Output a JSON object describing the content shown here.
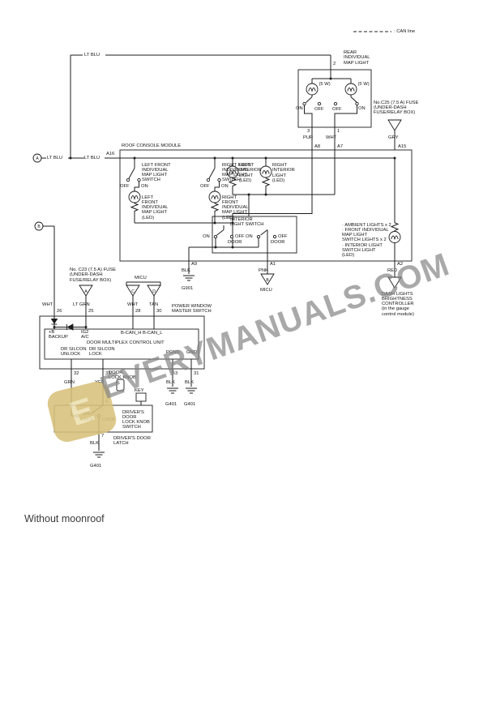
{
  "legend": {
    "can_line": ": CAN line"
  },
  "connectors": {
    "a": "A",
    "b": "B"
  },
  "colors": {
    "line": "#1c1c1c",
    "watermark": "#858585",
    "logo": "#d8c17b"
  },
  "top": {
    "lt_blu_a": "LT BLU",
    "lt_blu_b": "LT BLU",
    "lt_blu_c": "LT BLU",
    "a16": "A16",
    "pin_2": "2",
    "rear_map_light": {
      "title": [
        "REAR",
        "INDIVIDUAL",
        "MAP LIGHT"
      ],
      "watt_left": "(5 W)",
      "watt_right": "(5 W)",
      "on_left": "ON",
      "off_left": "OFF",
      "off_right": "OFF",
      "on_right": "ON",
      "pin_3": "3",
      "pin_1": "1",
      "pur": "PUR",
      "wht": "WHT",
      "a8": "A8",
      "a7": "A7"
    },
    "fuse_c25": {
      "lines": [
        "No.C25 (7.5 A) FUSE",
        "(UNDER-DASH",
        "FUSE/RELAY BOX)"
      ],
      "gry": "GRY",
      "a15": "A15"
    }
  },
  "module": {
    "title": "ROOF CONSOLE MODULE",
    "lf_switch": {
      "lines": [
        "LEFT FRONT",
        "INDIVIDUAL",
        "MAP LIGHT",
        "SWITCH"
      ],
      "off": "OFF",
      "on": "ON"
    },
    "lf_light": {
      "lines": [
        "LEFT",
        "FRONT",
        "INDIVIDUAL",
        "MAP LIGHT",
        "(LED)"
      ]
    },
    "rf_switch": {
      "lines": [
        "RIGHT FRONT",
        "INDIVIDUAL",
        "MAP LIGHT",
        "SWITCH"
      ],
      "off": "OFF",
      "on": "ON"
    },
    "rf_light": {
      "lines": [
        "RIGHT",
        "FRONT",
        "INDIVIDUAL",
        "MAP LIGHT",
        "(LED)"
      ]
    },
    "li_light": {
      "lines": [
        "LEFT",
        "INTERIOR",
        "LIGHT",
        "(LED)"
      ]
    },
    "ri_light": {
      "lines": [
        "RIGHT",
        "INTERIOR",
        "LIGHT",
        "(LED)"
      ]
    },
    "int_switch": {
      "title": [
        "INTERIOR",
        "LIGHT SWITCH"
      ],
      "on_left": "ON",
      "off_left": "OFF",
      "door_left": "DOOR",
      "on_right": "ON",
      "off_right": "OFF",
      "door_right": "DOOR"
    },
    "ambient": {
      "lines": [
        "· AMBIENT LIGHTS x 2",
        "· FRONT INDIVIDUAL",
        "MAP LIGHT",
        "SWITCH LIGHTS x 2",
        "· INTERIOR LIGHT",
        "SWITCH LIGHT",
        "(LED)"
      ]
    },
    "a9": "A9",
    "a1": "A1",
    "a2": "A2"
  },
  "below": {
    "blk": "BLK",
    "g901": "G901",
    "pnk": "PNK",
    "micu_b": "B",
    "micu": "MICU",
    "red": "RED",
    "dash_ctrl": {
      "lines": [
        "DASH LIGHTS",
        "BRIGHTNESS",
        "CONTROLLER",
        "(in the gauge",
        "control module)"
      ]
    }
  },
  "bottom": {
    "wht_b": "WHT",
    "fuse_c23": {
      "lines": [
        "No. C23 (7.5 A) FUSE",
        "(UNDER-DASH",
        "FUSE/RELAY BOX)"
      ],
      "tri": "A",
      "lt_grn": "LT GRN"
    },
    "micu": {
      "label": "MICU",
      "tri_c": "C",
      "tri_d": "D",
      "wht": "WHT",
      "tan": "TAN"
    },
    "pins": {
      "p26": "26",
      "p25": "25",
      "p28": "28",
      "p30": "30",
      "p32": "32",
      "p33": "33",
      "p3": "3",
      "p31": "31"
    },
    "pw_switch": {
      "title": [
        "POWER WINDOW",
        "MASTER SWITCH"
      ]
    },
    "dmcu": {
      "title": "DOOR MULTIPLEX CONTROL UNIT",
      "b_backup": [
        "+B",
        "BACKUP"
      ],
      "ig2": [
        "IG2",
        "A/C"
      ],
      "bcan_h": "B-CAN_H",
      "bcan_l": "B-CAN_L",
      "dr_unlock": [
        "DR SILCON",
        "UNLOCK"
      ],
      "dr_lock": [
        "DR SILCON",
        "LOCK"
      ],
      "pgnd": "PGND",
      "gnd": "GND"
    },
    "wires": {
      "grn": "GRN",
      "yel": "YEL",
      "blk_a": "BLK",
      "blk_b": "BLK",
      "blk_c": "BLK"
    },
    "grounds": {
      "g401_a": "G401",
      "g401_b": "G401",
      "g401_c": "G401"
    },
    "door_lock_knob": {
      "lines": [
        "DOOR",
        "LOCK KNOB"
      ],
      "key": "KEY"
    },
    "lock_switch": {
      "pin6": "6",
      "un": "UN-",
      "lock_left": "LOCK",
      "lock_right": "LOCK",
      "title": [
        "DRIVER'S",
        "DOOR",
        "LOCK KNOB",
        "SWITCH"
      ],
      "pin7": "7",
      "latch": [
        "DRIVER'S DOOR",
        "LATCH"
      ]
    }
  },
  "watermark": {
    "text": "EVERYMANUALS.COM",
    "logo_letter": "E"
  },
  "caption": "Without moonroof"
}
